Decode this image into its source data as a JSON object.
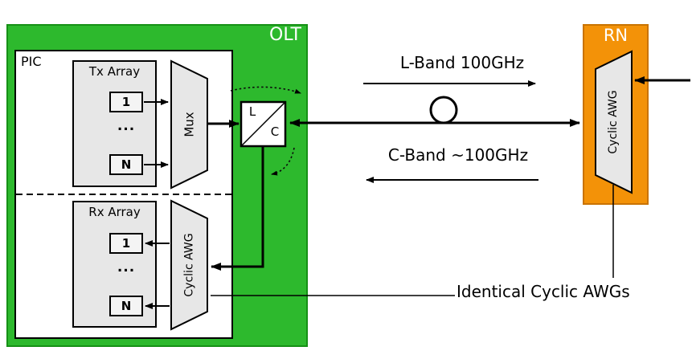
{
  "figure": {
    "olt": {
      "label": "OLT",
      "pic_label": "PIC",
      "mux_label": "Mux",
      "cyclic_awg_label": "Cyclic AWG",
      "tx_array": {
        "title": "Tx Array",
        "ch_first": "1",
        "ch_dots": "...",
        "ch_last": "N"
      },
      "rx_array": {
        "title": "Rx Array",
        "ch_first": "1",
        "ch_dots": "...",
        "ch_last": "N"
      },
      "diplexer": {
        "top_label": "L",
        "bottom_label": "C"
      }
    },
    "link": {
      "downstream_label": "L-Band 100GHz",
      "upstream_label": "C-Band ~100GHz"
    },
    "rn": {
      "label": "RN",
      "cyclic_awg_label": "Cyclic AWG"
    },
    "annotation_label": "Identical Cyclic AWGs",
    "colors": {
      "olt_fill": "#2db92d",
      "rn_fill": "#f39208",
      "component_fill": "#e7e7e7"
    }
  }
}
